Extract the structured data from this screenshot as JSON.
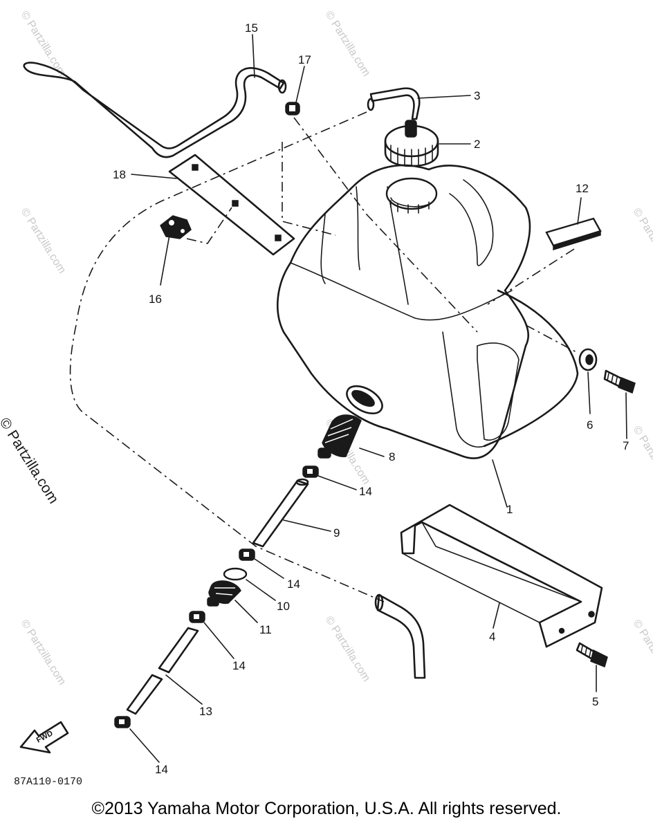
{
  "watermark": "© Partzilla.com",
  "side_watermark": "© Partzilla.com",
  "diagram_code": "87A110-0170",
  "fwd_label": "FWD",
  "copyright": "©2013  Yamaha Motor Corporation, U.S.A. All rights reserved.",
  "callouts": [
    {
      "id": "c1",
      "text": "1"
    },
    {
      "id": "c2",
      "text": "2"
    },
    {
      "id": "c3",
      "text": "3"
    },
    {
      "id": "c4",
      "text": "4"
    },
    {
      "id": "c5",
      "text": "5"
    },
    {
      "id": "c6",
      "text": "6"
    },
    {
      "id": "c7",
      "text": "7"
    },
    {
      "id": "c8",
      "text": "8"
    },
    {
      "id": "c9",
      "text": "9"
    },
    {
      "id": "c10",
      "text": "10"
    },
    {
      "id": "c11",
      "text": "11"
    },
    {
      "id": "c12",
      "text": "12"
    },
    {
      "id": "c13",
      "text": "13"
    },
    {
      "id": "c14a",
      "text": "14"
    },
    {
      "id": "c14b",
      "text": "14"
    },
    {
      "id": "c14c",
      "text": "14"
    },
    {
      "id": "c14d",
      "text": "14"
    },
    {
      "id": "c15",
      "text": "15"
    },
    {
      "id": "c16",
      "text": "16"
    },
    {
      "id": "c17",
      "text": "17"
    },
    {
      "id": "c18",
      "text": "18"
    }
  ]
}
